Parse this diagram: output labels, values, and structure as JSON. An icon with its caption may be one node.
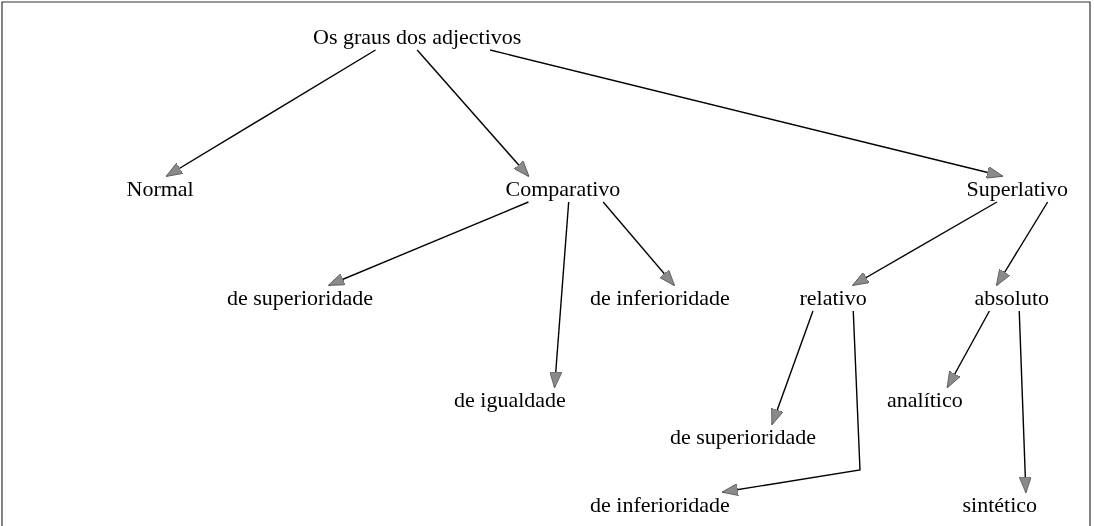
{
  "diagram": {
    "nodes": [
      {
        "text": [
          "Os graus dos adjectivos"
        ]
      },
      {
        "text": [
          "Normal"
        ]
      },
      {
        "text": [
          "Comparativo"
        ]
      },
      {
        "text": [
          "Superlativo"
        ]
      },
      {
        "text": [
          "de superioridade"
        ]
      },
      {
        "text": [
          "de igualdade"
        ]
      },
      {
        "text": [
          "de inferioridade"
        ]
      },
      {
        "text": [
          "relativo"
        ]
      },
      {
        "text": [
          "absoluto"
        ]
      },
      {
        "text": [
          "analítico"
        ]
      },
      {
        "text": [
          "de superioridade"
        ]
      },
      {
        "text": [
          "de inferioridade"
        ]
      },
      {
        "text": [
          "sintético"
        ]
      }
    ],
    "edges": [
      {
        "from": 0,
        "to": 1,
        "arrow": "to"
      },
      {
        "from": 0,
        "to": 2,
        "arrow": "to"
      },
      {
        "from": 0,
        "to": 3,
        "arrow": "to"
      },
      {
        "from": 2,
        "to": 4,
        "arrow": "to"
      },
      {
        "from": 2,
        "to": 5,
        "arrow": "to"
      },
      {
        "from": 2,
        "to": 6,
        "arrow": "to"
      },
      {
        "from": 3,
        "to": 7,
        "arrow": "to"
      },
      {
        "from": 3,
        "to": 8,
        "arrow": "to"
      },
      {
        "from": 7,
        "to": 10,
        "arrow": "to"
      },
      {
        "from": 7,
        "to": 11,
        "arrow": "to"
      },
      {
        "from": 8,
        "to": 9,
        "arrow": "to"
      },
      {
        "from": 8,
        "to": 12,
        "arrow": "to"
      }
    ]
  }
}
